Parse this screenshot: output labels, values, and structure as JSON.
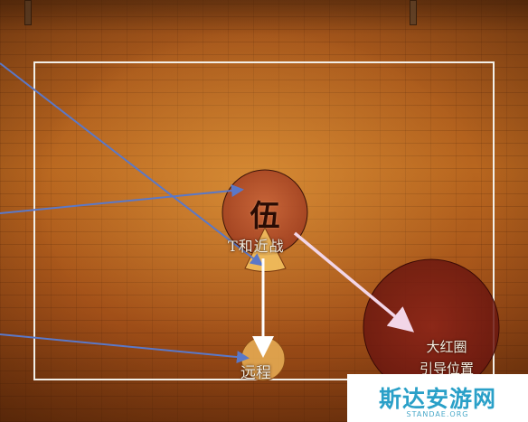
{
  "scene": {
    "boss_marker": "伍",
    "melee_zone_label": "T和近战",
    "ranged_zone_label": "远程",
    "big_circle_label_line1": "大红圈",
    "big_circle_label_line2": "引导位置"
  },
  "watermark": {
    "title": "斯达安游网",
    "subtitle": "STANDAE.ORG"
  },
  "colors": {
    "floor": "#a85a1c",
    "arena_border": "#f2efe8",
    "boss_circle": "#b3482a",
    "big_red_circle": "#7a1c14",
    "ranged_circle": "#e0a64e",
    "blue_line": "#5a78c8",
    "arrow": "#ffffff",
    "watermark_text": "#2aa0c8"
  },
  "icons": [
    "boss-circle",
    "melee-cone",
    "ranged-circle",
    "big-red-circle",
    "arrow-down",
    "arrow-diagonal"
  ]
}
